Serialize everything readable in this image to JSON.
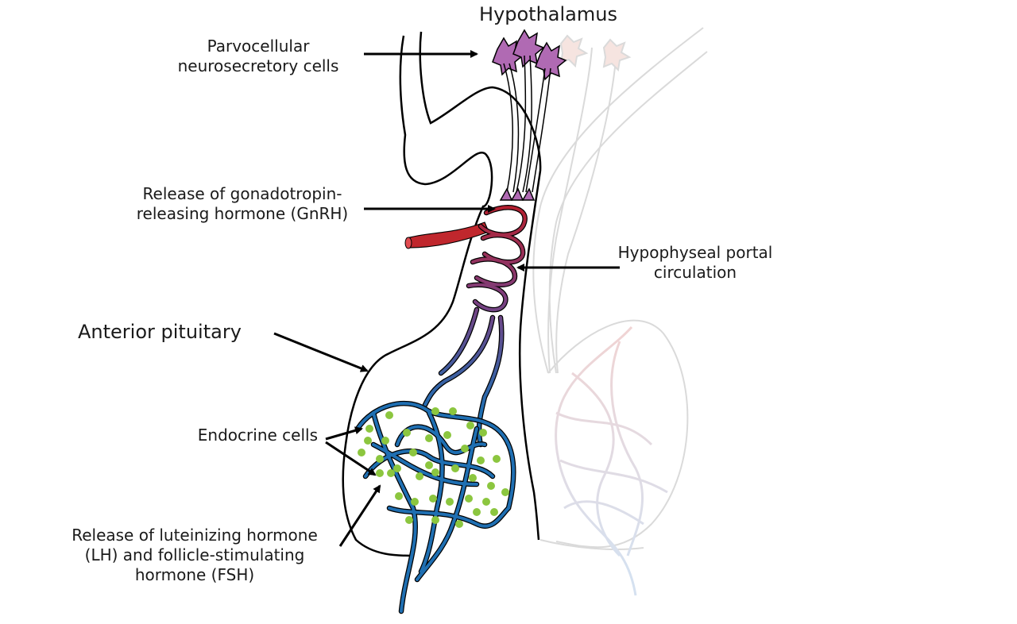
{
  "labels": {
    "hypothalamus": "Hypothalamus",
    "parvocellular": "Parvocellular\nneurosecretory cells",
    "gnrh": "Release of gonadotropin-\nreleasing hormone (GnRH)",
    "portal": "Hypophyseal portal\ncirculation",
    "anterior": "Anterior pituitary",
    "endocrine": "Endocrine cells",
    "lh_fsh": "Release of luteinizing hormone\n(LH) and follicle-stimulating\nhormone (FSH)"
  },
  "colors": {
    "neuron": "#b06ab3",
    "artery": "#c0272d",
    "portal_top": "#a4243b",
    "portal_mid": "#7b3f7f",
    "capillary": "#1f6fb2",
    "endocrine_cell": "#8cc63f",
    "outline": "#000000",
    "faded": "#d8d8d8"
  }
}
